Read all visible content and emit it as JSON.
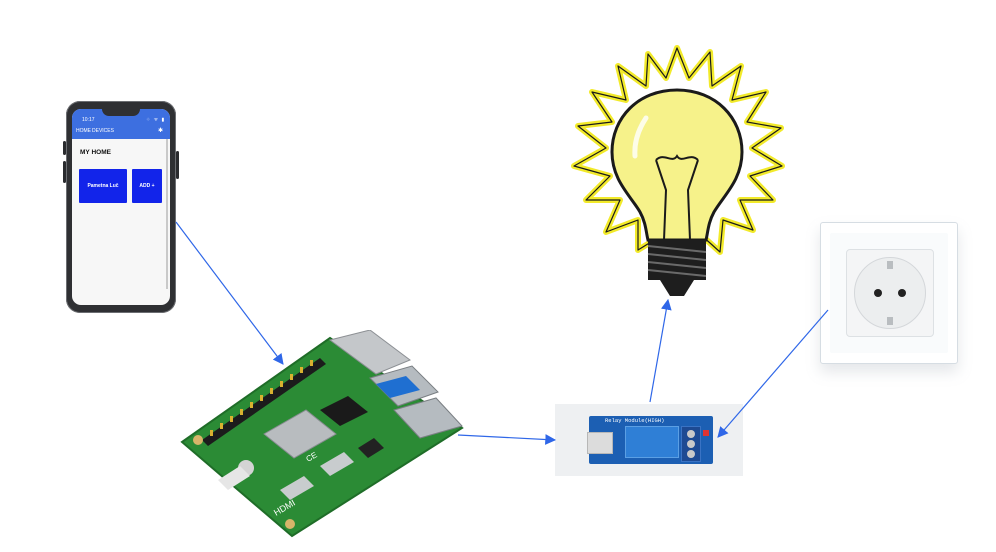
{
  "phone": {
    "status_time": "10:17",
    "status_icons": "⁘ ᯤ ▮",
    "nav_home": "HOME",
    "nav_devices": "DEVICES",
    "settings_icon": "gear-icon",
    "section_title": "MY HOME",
    "device_tile": "Pametna Luč",
    "add_tile": "ADD +",
    "accent_color": "#3d6fe0",
    "tile_color": "#1224ea"
  },
  "relay": {
    "label": "Relay Module(HIGH)"
  },
  "board": {
    "hdmi_text": "HDMI",
    "ce_text": "CE"
  },
  "arrow_color": "#2f67e8"
}
